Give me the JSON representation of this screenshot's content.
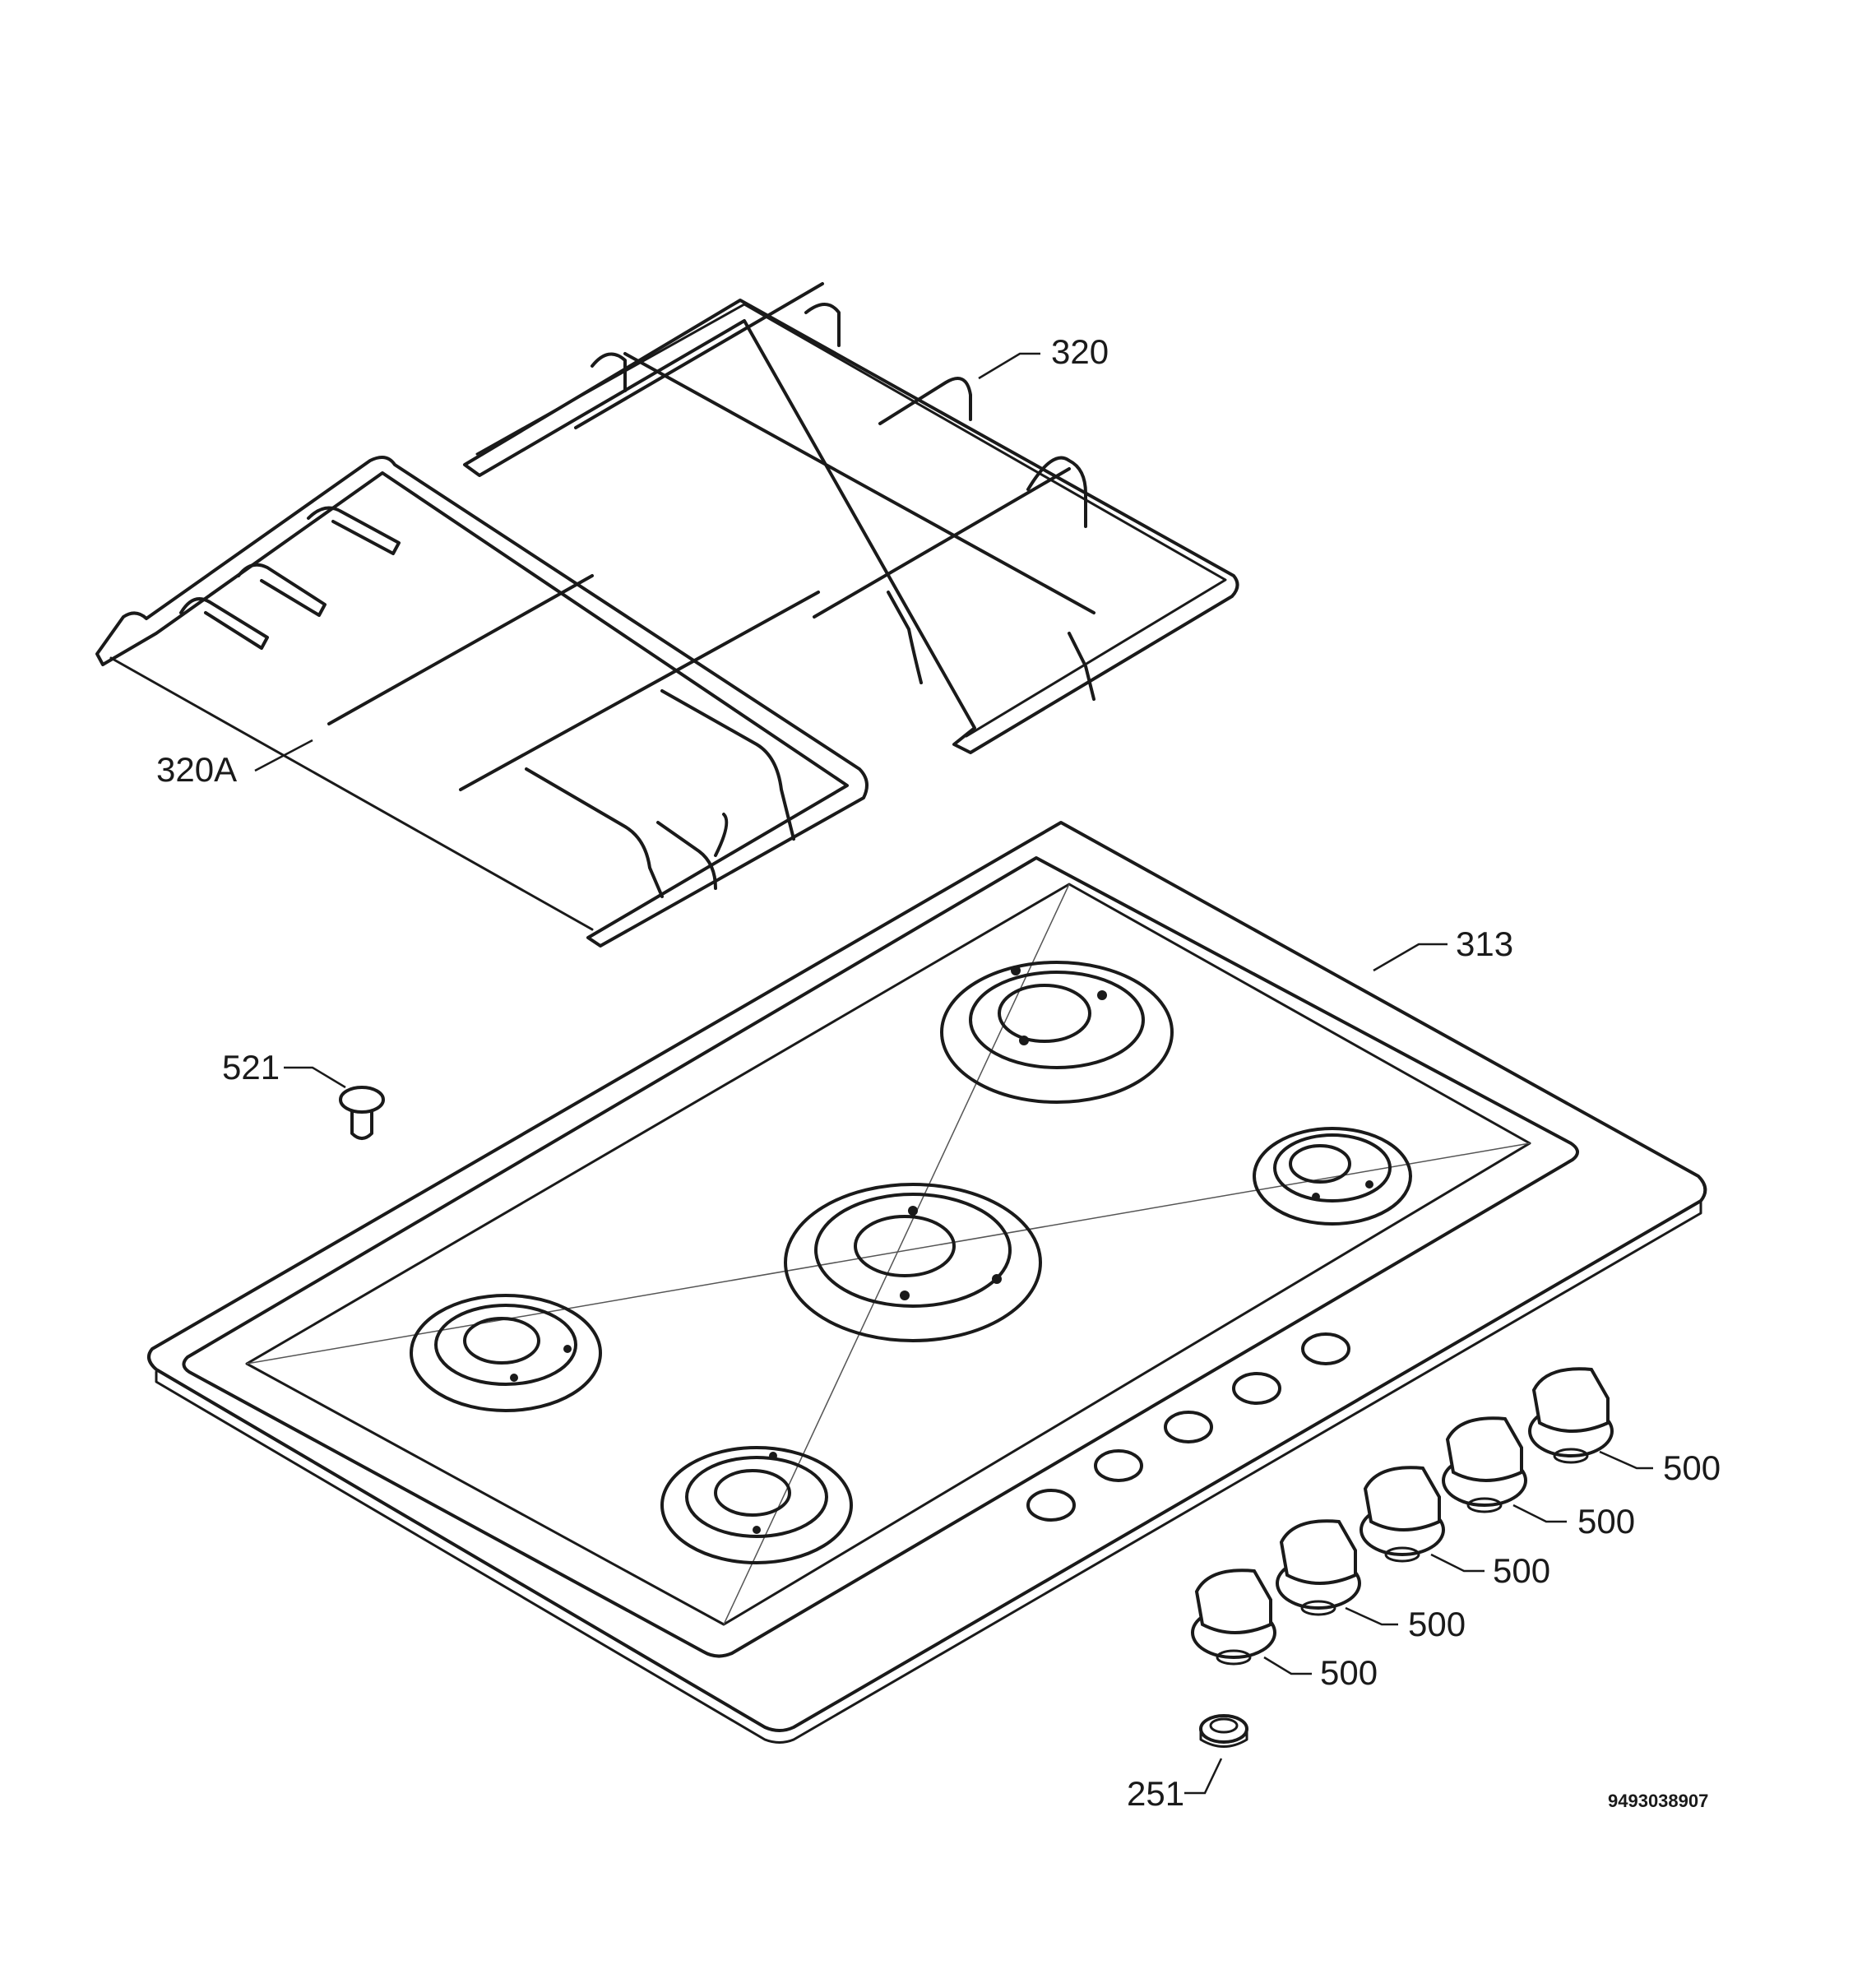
{
  "labels": {
    "grid_right": "320",
    "grid_left": "320A",
    "hob_top": "313",
    "screw": "521",
    "knob_1": "500",
    "knob_2": "500",
    "knob_3": "500",
    "knob_4": "500",
    "knob_5": "500",
    "seal": "251"
  },
  "drawing_code": "9493038907"
}
